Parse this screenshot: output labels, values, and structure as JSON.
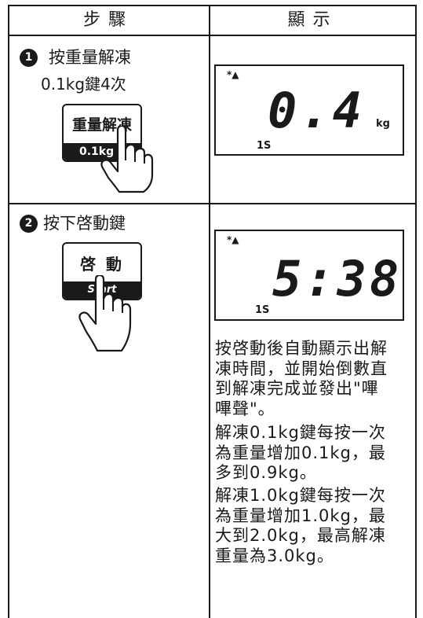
{
  "header": {
    "step_col": "步驟",
    "display_col": "顯示"
  },
  "step1": {
    "number": "1",
    "line1": "按重量解凍",
    "line2": "0.1kg鍵4次",
    "button": {
      "top_label": "重量解凍",
      "bottom_label": "0.1kg"
    },
    "display": {
      "indicator": "*▲",
      "digits": "0.4",
      "unit": "kg",
      "sub": "1S"
    }
  },
  "step2": {
    "number": "2",
    "line1": "按下啓動鍵",
    "button": {
      "top_label": "啓 動",
      "bottom_label": "Start"
    },
    "display": {
      "indicator": "*▲",
      "digits": "5:38",
      "sub": "1S"
    }
  },
  "notes": [
    [
      "按啓動後自動顯示出解",
      "凍時間，並開始倒數直",
      "到解凍完成並發出\"嗶",
      "嗶聲\"。"
    ],
    [
      "解凍0.1kg鍵每按一次",
      "為重量增加0.1kg，最",
      "多到0.9kg。"
    ],
    [
      "解凍1.0kg鍵每按一次",
      "為重量增加1.0kg，最",
      "大到2.0kg，最高解凍",
      "重量為3.0kg。"
    ]
  ]
}
